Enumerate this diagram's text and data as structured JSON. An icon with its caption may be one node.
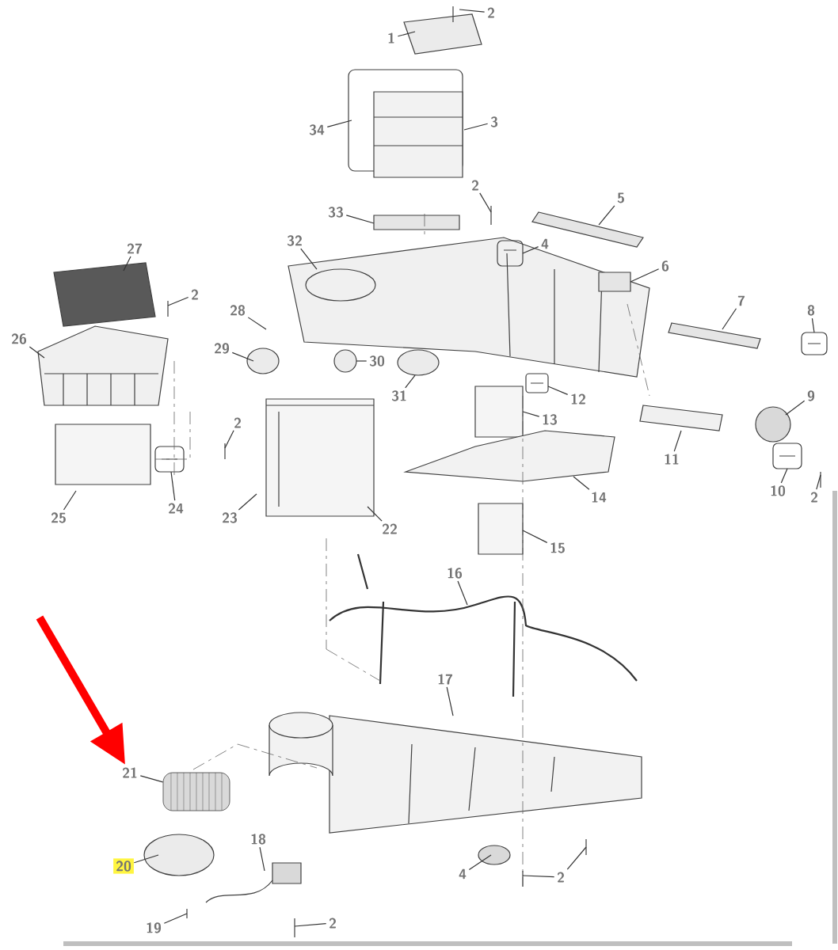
{
  "diagram": {
    "nodes": [
      {
        "text": [
          "1"
        ]
      },
      {
        "text": [
          "2"
        ]
      },
      {
        "text": [
          "34"
        ]
      },
      {
        "text": [
          "3"
        ]
      },
      {
        "text": [
          "33"
        ]
      },
      {
        "text": [
          "32"
        ]
      },
      {
        "text": [
          "5"
        ]
      },
      {
        "text": [
          "2"
        ]
      },
      {
        "text": [
          "4"
        ]
      },
      {
        "text": [
          "6"
        ]
      },
      {
        "text": [
          "27"
        ]
      },
      {
        "text": [
          "2"
        ]
      },
      {
        "text": [
          "28"
        ]
      },
      {
        "text": [
          "26"
        ]
      },
      {
        "text": [
          "29"
        ]
      },
      {
        "text": [
          "30"
        ]
      },
      {
        "text": [
          "31"
        ]
      },
      {
        "text": [
          "7"
        ]
      },
      {
        "text": [
          "8"
        ]
      },
      {
        "text": [
          "9"
        ]
      },
      {
        "text": [
          "12"
        ]
      },
      {
        "text": [
          "13"
        ]
      },
      {
        "text": [
          "2"
        ]
      },
      {
        "text": [
          "11"
        ]
      },
      {
        "text": [
          "14"
        ]
      },
      {
        "text": [
          "10"
        ]
      },
      {
        "text": [
          "2"
        ]
      },
      {
        "text": [
          "25"
        ]
      },
      {
        "text": [
          "24"
        ]
      },
      {
        "text": [
          "23"
        ]
      },
      {
        "text": [
          "22"
        ]
      },
      {
        "text": [
          "15"
        ]
      },
      {
        "text": [
          "16"
        ]
      },
      {
        "text": [
          "17"
        ]
      },
      {
        "text": [
          "21"
        ]
      },
      {
        "text": [],
        "shape": "picture"
      },
      {
        "text": [
          "20"
        ]
      },
      {
        "text": [
          "18"
        ]
      },
      {
        "text": [
          "4"
        ]
      },
      {
        "text": [
          "2"
        ]
      },
      {
        "text": [
          "19"
        ]
      },
      {
        "text": [
          "2"
        ]
      }
    ],
    "edges": [
      {
        "from": 0,
        "to": null,
        "arrow": "none"
      },
      {
        "from": 1,
        "to": null,
        "arrow": "none"
      },
      {
        "from": 2,
        "to": null,
        "arrow": "none"
      },
      {
        "from": 3,
        "to": null,
        "arrow": "none"
      },
      {
        "from": 4,
        "to": null,
        "arrow": "none"
      },
      {
        "from": 5,
        "to": null,
        "arrow": "none"
      },
      {
        "from": 6,
        "to": null,
        "arrow": "none"
      },
      {
        "from": 7,
        "to": null,
        "arrow": "none"
      },
      {
        "from": 8,
        "to": null,
        "arrow": "none"
      },
      {
        "from": 9,
        "to": null,
        "arrow": "none"
      },
      {
        "from": 10,
        "to": null,
        "arrow": "none"
      },
      {
        "from": 11,
        "to": null,
        "arrow": "none"
      },
      {
        "from": 12,
        "to": null,
        "arrow": "none"
      },
      {
        "from": 13,
        "to": null,
        "arrow": "none"
      },
      {
        "from": 14,
        "to": null,
        "arrow": "none"
      },
      {
        "from": 15,
        "to": null,
        "arrow": "none"
      },
      {
        "from": 16,
        "to": null,
        "arrow": "none"
      },
      {
        "from": 17,
        "to": null,
        "arrow": "none"
      },
      {
        "from": 18,
        "to": null,
        "arrow": "none"
      },
      {
        "from": 19,
        "to": null,
        "arrow": "none"
      },
      {
        "from": 20,
        "to": null,
        "arrow": "none"
      },
      {
        "from": 21,
        "to": null,
        "arrow": "none"
      },
      {
        "from": 22,
        "to": null,
        "arrow": "none"
      },
      {
        "from": 23,
        "to": null,
        "arrow": "none"
      },
      {
        "from": 24,
        "to": null,
        "arrow": "none"
      },
      {
        "from": 25,
        "to": null,
        "arrow": "none"
      },
      {
        "from": 26,
        "to": null,
        "arrow": "none"
      },
      {
        "from": 27,
        "to": null,
        "arrow": "none"
      },
      {
        "from": 28,
        "to": null,
        "arrow": "none"
      },
      {
        "from": 29,
        "to": null,
        "arrow": "none"
      },
      {
        "from": 30,
        "to": null,
        "arrow": "none"
      },
      {
        "from": 31,
        "to": null,
        "arrow": "none"
      },
      {
        "from": 32,
        "to": null,
        "arrow": "none"
      },
      {
        "from": 33,
        "to": null,
        "arrow": "none"
      },
      {
        "from": 34,
        "to": 35,
        "arrow": "none"
      },
      {
        "from": 36,
        "to": null,
        "arrow": "none"
      },
      {
        "from": 37,
        "to": null,
        "arrow": "none"
      },
      {
        "from": 38,
        "to": null,
        "arrow": "none"
      },
      {
        "from": 39,
        "to": null,
        "arrow": "none"
      },
      {
        "from": 39,
        "to": null,
        "arrow": "none"
      },
      {
        "from": 40,
        "to": null,
        "arrow": "none"
      },
      {
        "from": 41,
        "to": null,
        "arrow": "none"
      },
      {
        "from": null,
        "to": 34,
        "arrow": "to",
        "style": "thick",
        "color": "#ff0000"
      }
    ]
  }
}
